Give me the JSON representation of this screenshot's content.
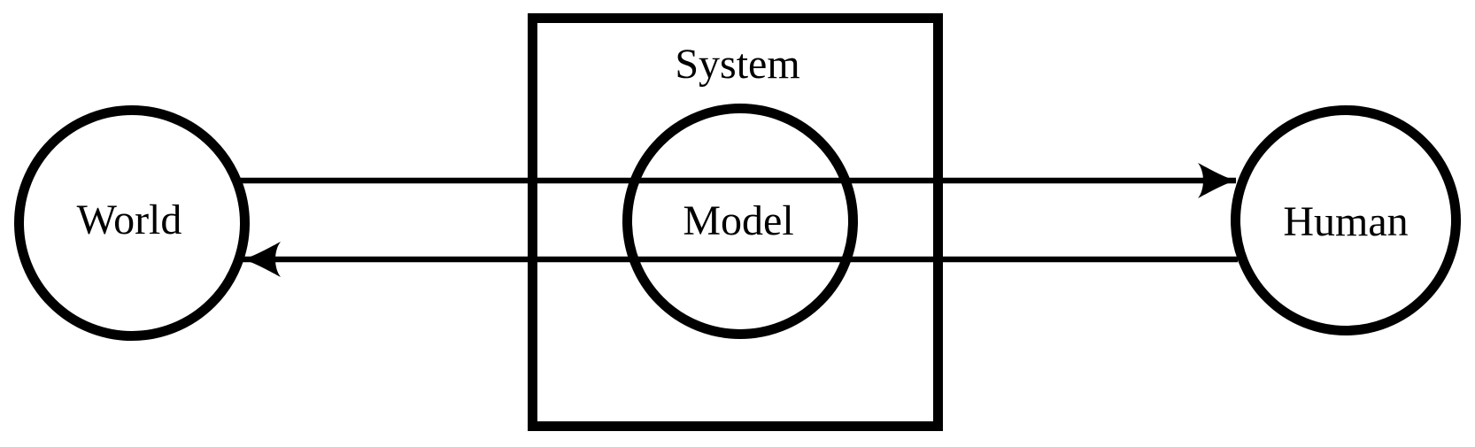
{
  "diagram": {
    "title": "world-system-human feedback loop",
    "background_color": "#ffffff",
    "stroke_color": "#000000",
    "nodes": {
      "world": {
        "label": "World",
        "shape": "circle"
      },
      "system": {
        "label": "System",
        "shape": "rectangle"
      },
      "model": {
        "label": "Model",
        "shape": "circle",
        "contained_in": "System"
      },
      "human": {
        "label": "Human",
        "shape": "circle"
      }
    },
    "edges": [
      {
        "name": "world-to-human",
        "from": "World",
        "to": "Human",
        "arrowhead": "right"
      },
      {
        "name": "human-to-world",
        "from": "Human",
        "to": "World",
        "arrowhead": "left"
      }
    ]
  }
}
